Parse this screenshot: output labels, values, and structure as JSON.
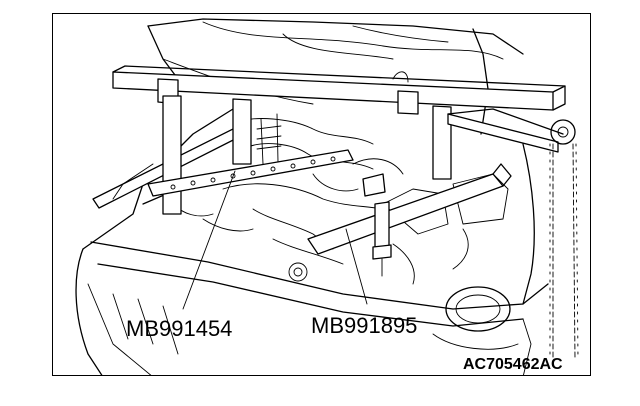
{
  "labels": {
    "tool_left": "MB991454",
    "tool_right": "MB991895",
    "figure_code": "AC705462AC"
  },
  "colors": {
    "line": "#000000",
    "background": "#ffffff"
  }
}
